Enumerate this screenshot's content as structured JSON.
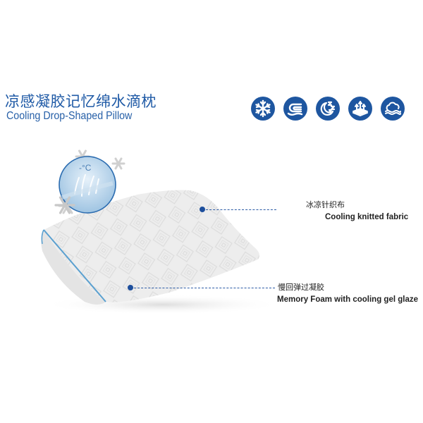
{
  "header": {
    "title_cn": "凉感凝胶记忆绵水滴枕",
    "title_en": "Cooling Drop-Shaped Pillow"
  },
  "feature_icons": [
    {
      "name": "snowflake-icon",
      "label": "cooling"
    },
    {
      "name": "memory-foam-hand-icon",
      "label": "memory foam"
    },
    {
      "name": "sleep-moon-icon",
      "label": "sleep"
    },
    {
      "name": "breathable-layer-icon",
      "label": "breathable"
    },
    {
      "name": "cloud-wave-icon",
      "label": "soft"
    }
  ],
  "cooling_badge": {
    "text": "-°C"
  },
  "callouts": [
    {
      "label_cn": "冰凉针织布",
      "label_en": "Cooling knitted fabric"
    },
    {
      "label_cn": "慢回弹过凝胶",
      "label_en": "Memory Foam with cooling gel glaze"
    }
  ],
  "colors": {
    "brand_blue": "#1e56a0",
    "title_blue": "#1f5aa6",
    "piping_blue": "#5aa0d0",
    "pillow_white": "#eeeeee"
  }
}
